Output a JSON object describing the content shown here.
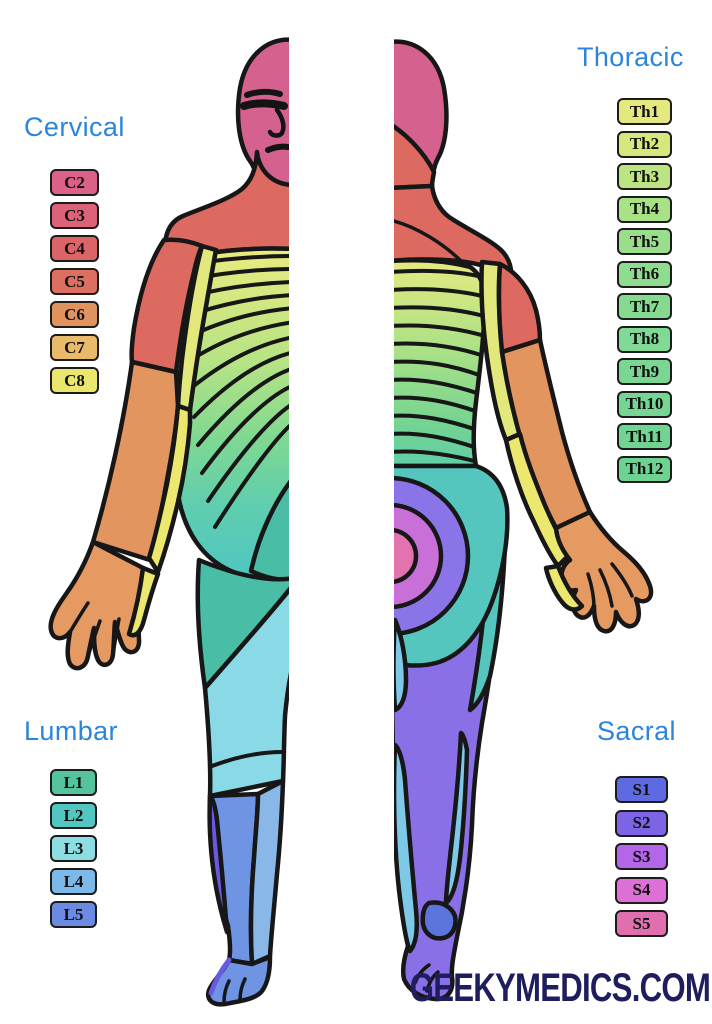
{
  "legend": {
    "title_color": "#2b85dc",
    "cervical": {
      "title": "Cervical",
      "items": [
        {
          "label": "C2",
          "color": "#dc6189"
        },
        {
          "label": "C3",
          "color": "#dc6277"
        },
        {
          "label": "C4",
          "color": "#db6466"
        },
        {
          "label": "C5",
          "color": "#dd6f60"
        },
        {
          "label": "C6",
          "color": "#e1935f"
        },
        {
          "label": "C7",
          "color": "#e8ba69"
        },
        {
          "label": "C8",
          "color": "#ebe76e"
        }
      ]
    },
    "thoracic": {
      "title": "Thoracic",
      "items": [
        {
          "label": "Th1",
          "color": "#e4e97f"
        },
        {
          "label": "Th2",
          "color": "#d5e77d"
        },
        {
          "label": "Th3",
          "color": "#bce483"
        },
        {
          "label": "Th4",
          "color": "#a9e186"
        },
        {
          "label": "Th5",
          "color": "#99de8a"
        },
        {
          "label": "Th6",
          "color": "#8edc8d"
        },
        {
          "label": "Th7",
          "color": "#86da90"
        },
        {
          "label": "Th8",
          "color": "#80d994"
        },
        {
          "label": "Th9",
          "color": "#7ad793"
        },
        {
          "label": "Th10",
          "color": "#75d592"
        },
        {
          "label": "Th11",
          "color": "#71d492"
        },
        {
          "label": "Th12",
          "color": "#6ed391"
        }
      ]
    },
    "lumbar": {
      "title": "Lumbar",
      "items": [
        {
          "label": "L1",
          "color": "#55c39c"
        },
        {
          "label": "L2",
          "color": "#52c6c1"
        },
        {
          "label": "L3",
          "color": "#8edde3"
        },
        {
          "label": "L4",
          "color": "#7db9e8"
        },
        {
          "label": "L5",
          "color": "#6b8ae2"
        }
      ]
    },
    "sacral": {
      "title": "Sacral",
      "items": [
        {
          "label": "S1",
          "color": "#5d6ae2"
        },
        {
          "label": "S2",
          "color": "#7d64e4"
        },
        {
          "label": "S3",
          "color": "#b366e7"
        },
        {
          "label": "S4",
          "color": "#dd70d6"
        },
        {
          "label": "S5",
          "color": "#df6fae"
        }
      ]
    }
  },
  "figures": {
    "colors": {
      "head": "#d5618e",
      "neck": "#dc6a60",
      "arm_red": "#dc6a60",
      "arm_orange": "#e2955f",
      "arm_hand": "#e59a62",
      "arm_yellow": "#ece76f",
      "arm_yellow_green": "#e3e87d",
      "hip_teal": "#4abda6",
      "thigh_teal": "#4abda6",
      "thigh_cyan": "#8ad9e6",
      "shin_blue": "#6f94e3",
      "shin_light_blue": "#88b7e8",
      "shin_violet": "#6a5ae0",
      "buttock_teal": "#55c6bd",
      "ring_violet": "#8b74e8",
      "ring_orchid": "#c96fd8",
      "ring_pink": "#e273ae",
      "leg_violet": "#8a70e6",
      "leg_cyan": "#7ec9e8",
      "heel_blue": "#5c74dd"
    },
    "torso_front_stops": [
      "#eaeb7e",
      "#b5e385",
      "#7ed892",
      "#5fcdaf",
      "#4ec6c2"
    ],
    "torso_back_stops": [
      "#e7ea80",
      "#a9e186",
      "#74d492",
      "#5fcfa6"
    ]
  },
  "footer": {
    "watermark": "GEEKYMEDICS.COM",
    "watermark_color": "#1e1e5e"
  }
}
